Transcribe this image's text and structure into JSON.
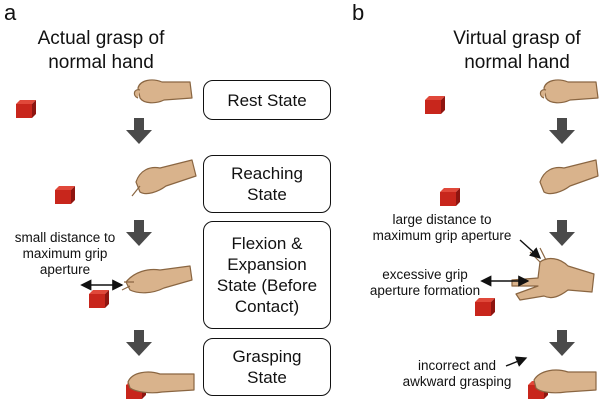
{
  "panel_a": {
    "letter": "a",
    "title_line1": "Actual grasp of",
    "title_line2": "normal hand",
    "note_small_distance": [
      "small distance to",
      "maximum grip",
      "aperture"
    ]
  },
  "panel_b": {
    "letter": "b",
    "title_line1": "Virtual grasp of",
    "title_line2": "normal hand",
    "note_large_distance": [
      "large distance to",
      "maximum grip aperture"
    ],
    "note_excessive": [
      "excessive grip",
      "aperture formation"
    ],
    "note_incorrect": [
      "incorrect and",
      "awkward grasping"
    ]
  },
  "states": [
    {
      "lines": [
        "Rest State"
      ]
    },
    {
      "lines": [
        "Reaching",
        "State"
      ]
    },
    {
      "lines": [
        "Flexion &",
        "Expansion",
        "State (Before",
        "Contact)"
      ]
    },
    {
      "lines": [
        "Grasping",
        "State"
      ]
    }
  ],
  "colors": {
    "cube_front": "#c8261c",
    "cube_top": "#e0483a",
    "cube_side": "#8e1510",
    "hand_fill": "#d9b38c",
    "hand_stroke": "#8a6642",
    "arrow": "#4a4a4a"
  }
}
